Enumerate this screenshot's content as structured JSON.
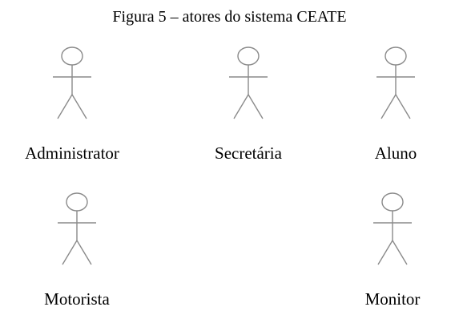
{
  "caption": "Figura 5 – atores do sistema CEATE",
  "actors": [
    {
      "label": "Administrator",
      "icon": "stick-figure-icon"
    },
    {
      "label": "Secretária",
      "icon": "stick-figure-icon"
    },
    {
      "label": "Aluno",
      "icon": "stick-figure-icon"
    },
    {
      "label": "Motorista",
      "icon": "stick-figure-icon"
    },
    {
      "label": "Monitor",
      "icon": "stick-figure-icon"
    }
  ],
  "colors": {
    "figure_stroke": "#8a8a8a",
    "text": "#000000",
    "background": "#ffffff"
  }
}
